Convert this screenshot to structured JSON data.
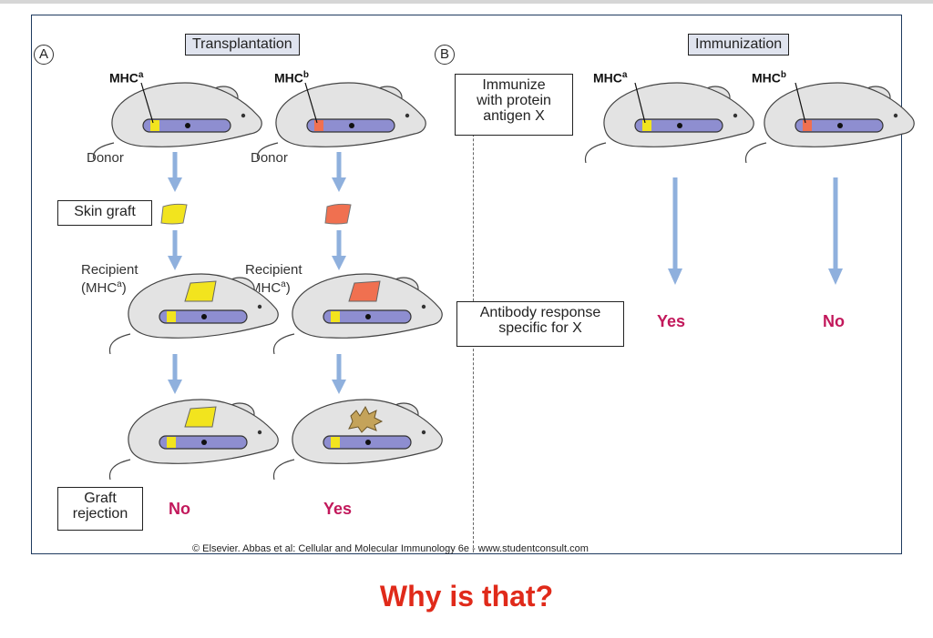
{
  "panels": {
    "a": {
      "letter": "A",
      "title": "Transplantation"
    },
    "b": {
      "letter": "B",
      "title": "Immunization"
    }
  },
  "mhc": {
    "a_base": "MHC",
    "a_sup": "a",
    "b_base": "MHC",
    "b_sup": "b"
  },
  "labels": {
    "donor": "Donor",
    "recipient_line1": "Recipient",
    "recipient_open": "(MHC",
    "recipient_sup": "a",
    "recipient_close": ")"
  },
  "boxes": {
    "skin_graft": "Skin graft",
    "graft_rejection_line1": "Graft",
    "graft_rejection_line2": "rejection",
    "immunize_line1": "Immunize",
    "immunize_line2": "with protein",
    "immunize_line3": "antigen X",
    "antibody_line1": "Antibody response",
    "antibody_line2": "specific for X"
  },
  "results": {
    "transplant_a": "No",
    "transplant_b": "Yes",
    "immun_a": "Yes",
    "immun_b": "No"
  },
  "credit": "© Elsevier. Abbas et al: Cellular and Molecular Immunology 6e - www.studentconsult.com",
  "question": "Why is that?",
  "colors": {
    "mouse_fill": "#e3e3e3",
    "mouse_stroke": "#444444",
    "chromosome": "#8e8ed0",
    "allele_a": "#f2e41e",
    "allele_b": "#f07050",
    "rejected_patch": "#c4a35a",
    "arrow": "#8fb0dd",
    "result_text": "#c2185b",
    "question_text": "#e02a1a"
  }
}
